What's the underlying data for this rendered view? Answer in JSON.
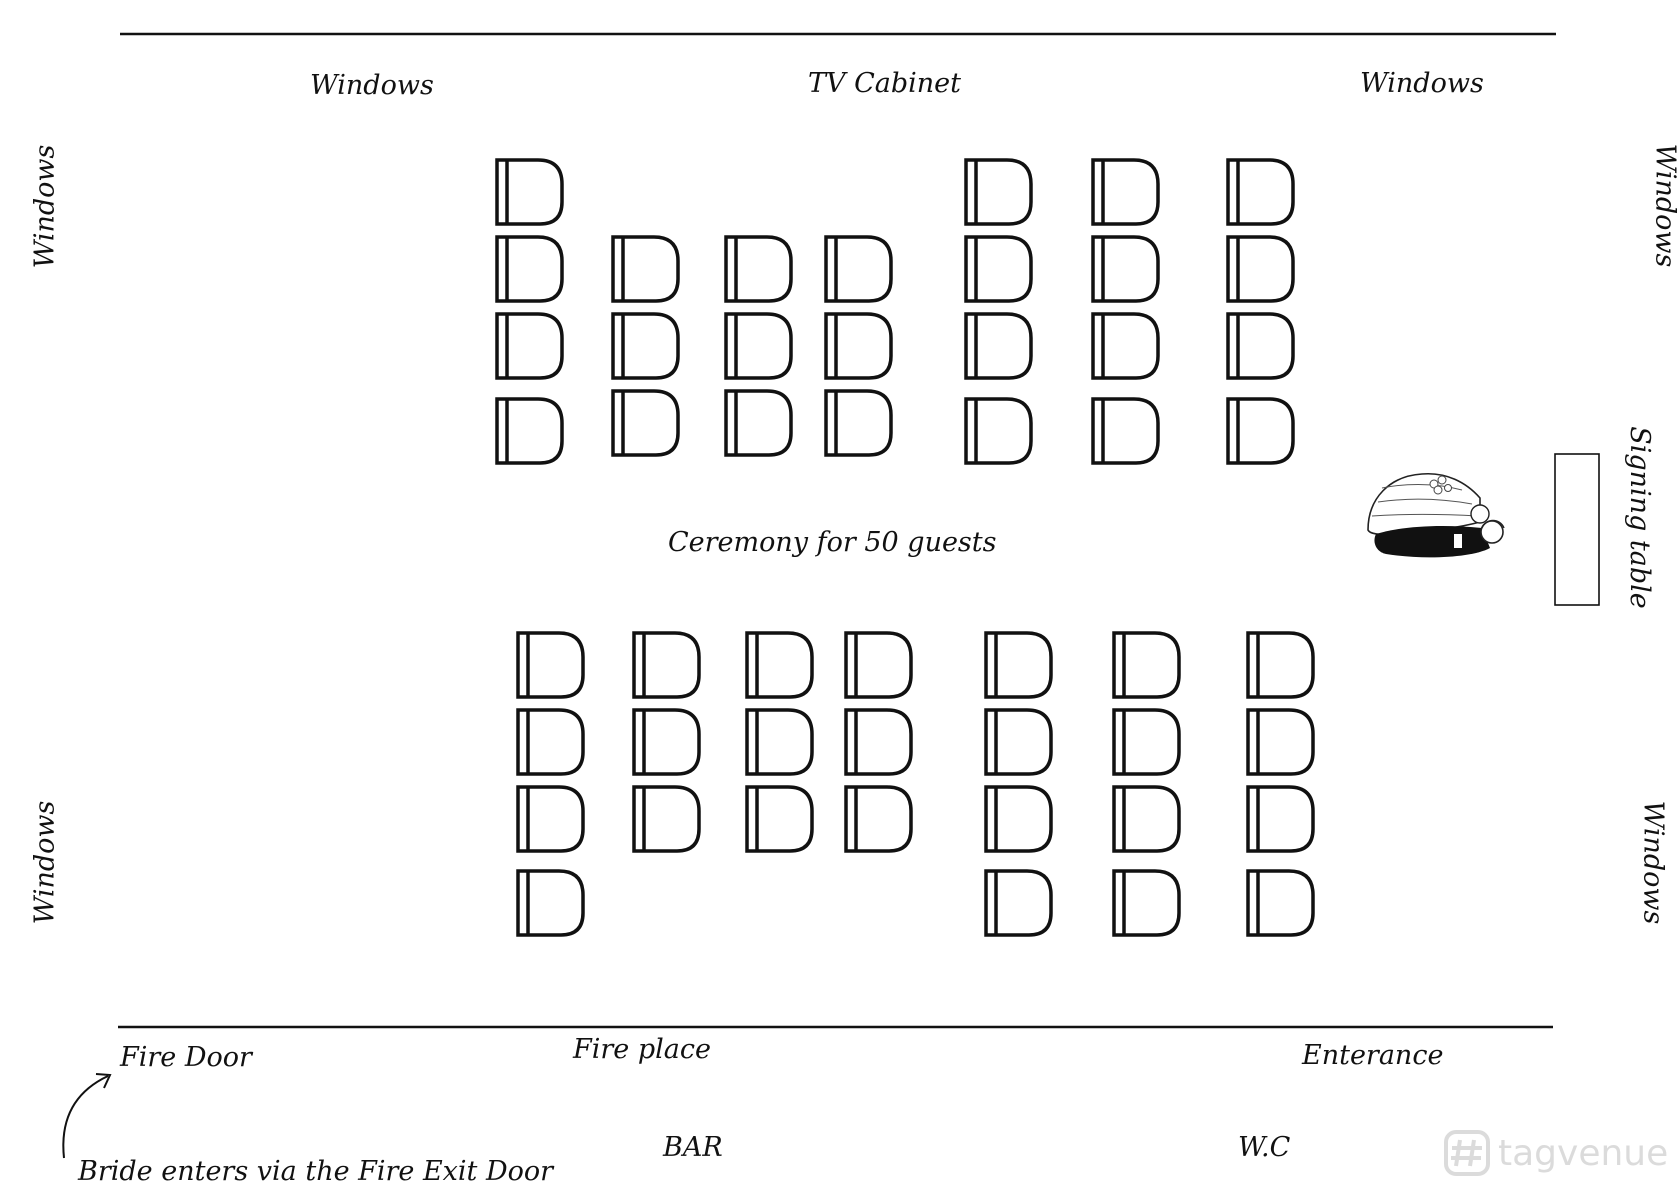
{
  "labels": {
    "top_windows_left": "Windows",
    "top_tv_cabinet": "TV Cabinet",
    "top_windows_right": "Windows",
    "left_windows_upper": "Windows",
    "left_windows_lower": "Windows",
    "right_windows_upper": "Windows",
    "right_windows_lower": "Windows",
    "signing_table": "Signing table",
    "ceremony": "Ceremony for 50 guests",
    "fire_door": "Fire Door",
    "fire_place": "Fire place",
    "entrance": "Enterance",
    "bar": "BAR",
    "wc": "W.C",
    "bride_note": "Bride enters via the Fire Exit Door"
  },
  "watermark": {
    "text": "tagvenue",
    "icon": "tagvenue-logo-icon"
  },
  "colors": {
    "ink": "#111111",
    "watermark": "#9a9a9a"
  },
  "seating": {
    "front_columns": [
      4,
      3,
      3,
      3,
      4,
      4,
      4
    ],
    "back_columns": [
      4,
      3,
      3,
      3,
      4,
      4,
      4
    ]
  }
}
